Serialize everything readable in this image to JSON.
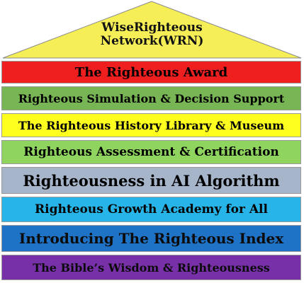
{
  "roof": {
    "title_line1": "WiseRighteous",
    "title_line2": "Network(WRN)",
    "color": "#F5EE57"
  },
  "bands": [
    {
      "label": "The Righteous Award",
      "color": "#F01F1F"
    },
    {
      "label": "Righteous Simulation & Decision Support",
      "color": "#78B554"
    },
    {
      "label": "The Righteous History Library & Museum",
      "color": "#FFFF1F"
    },
    {
      "label": "Righteous Assessment & Certification",
      "color": "#8FD45E"
    },
    {
      "label": "Righteousness in AI Algorithm",
      "color": "#A6B5CA"
    },
    {
      "label": "Righteous Growth Academy for All",
      "color": "#27B4E8"
    },
    {
      "label": "Introducing The Righteous Index",
      "color": "#1F73C7"
    },
    {
      "label": "The Bible’s Wisdom & Righteousness",
      "color": "#7730A8"
    }
  ]
}
